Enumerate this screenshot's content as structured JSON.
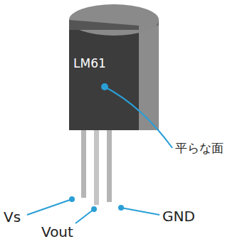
{
  "diagram": {
    "labels": [
      "LM61",
      "平らな面",
      "Vs",
      "Vout",
      "GND"
    ]
  }
}
